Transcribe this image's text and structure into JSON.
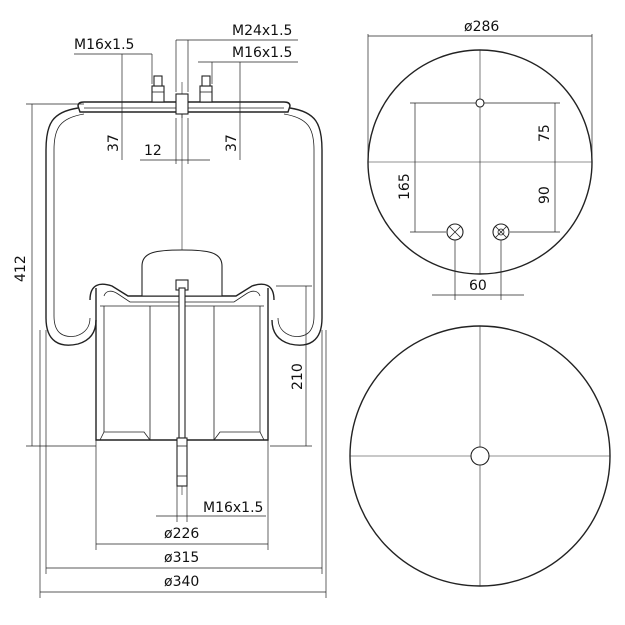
{
  "labels": {
    "thread_top_left": "M16x1.5",
    "thread_top_center": "M24x1.5",
    "thread_top_right": "M16x1.5",
    "thread_bottom": "M16x1.5",
    "offset_left": "37",
    "offset_right": "37",
    "width_12": "12",
    "height_412": "412",
    "height_210": "210",
    "dia_226": "ø226",
    "dia_315": "ø315",
    "dia_340": "ø340",
    "plate_dia": "ø286",
    "dim_75": "75",
    "dim_90": "90",
    "dim_165": "165",
    "dim_60": "60"
  }
}
